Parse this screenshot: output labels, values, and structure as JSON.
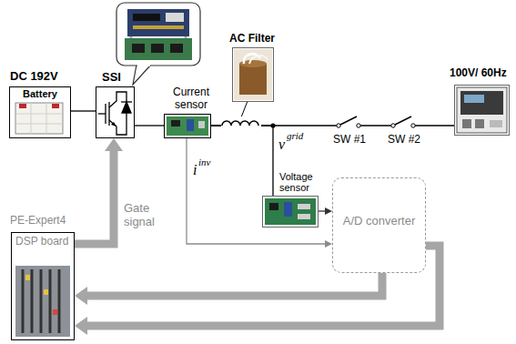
{
  "diagram": {
    "nodes": [
      {
        "text": [
          "DC 192V",
          "Battery"
        ]
      },
      {
        "text": [
          "SSI"
        ]
      },
      {
        "text": [
          "Current sensor"
        ]
      },
      {
        "text": [
          "AC Filter"
        ]
      },
      {
        "text": [
          "100V/ 60Hz"
        ]
      },
      {
        "text": [
          "Voltage sensor"
        ]
      },
      {
        "text": [
          "A/D converter"
        ]
      },
      {
        "text": [
          "PE-Expert4",
          "DSP board"
        ]
      }
    ],
    "edges": [
      {
        "from": 0,
        "to": 1,
        "arrow": "none"
      },
      {
        "from": 1,
        "to": 2,
        "arrow": "none"
      },
      {
        "from": 2,
        "to": 4,
        "arrow": "none"
      },
      {
        "from": 2,
        "to": 5,
        "arrow": "none"
      },
      {
        "from": 2,
        "to": 6,
        "arrow": "to"
      },
      {
        "from": 5,
        "to": 6,
        "arrow": "to"
      },
      {
        "from": 6,
        "to": 7,
        "arrow": "to"
      },
      {
        "from": 6,
        "to": 7,
        "arrow": "to"
      },
      {
        "from": 7,
        "to": 1,
        "arrow": "to",
        "label": "Gate signal"
      }
    ],
    "labels": [
      "SW #1",
      "SW #2",
      "i",
      "inv",
      "v",
      "grid"
    ]
  }
}
